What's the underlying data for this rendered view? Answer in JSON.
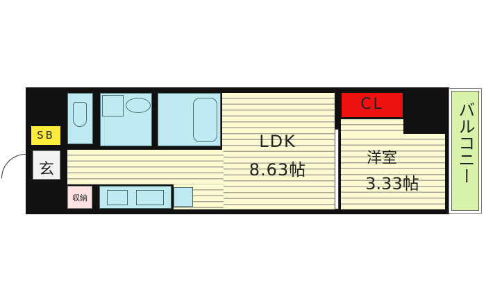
{
  "plan": {
    "rooms": {
      "ldk_label": "LDK",
      "ldk_size": "8.63帖",
      "western_label": "洋室",
      "western_size": "3.33帖",
      "closet_label": "CL",
      "balcony_label": "バルコニー",
      "shoe_box_label": "SB",
      "entrance_label": "玄",
      "storage_label": "収納"
    },
    "colors": {
      "wall": "#111111",
      "floor": "#fdfbd2",
      "wet_area": "#bfeaf2",
      "closet": "#ee1111",
      "balcony": "#d8f2aa",
      "shoe_box": "#ffeb3b",
      "storage": "#fde2e2"
    }
  }
}
